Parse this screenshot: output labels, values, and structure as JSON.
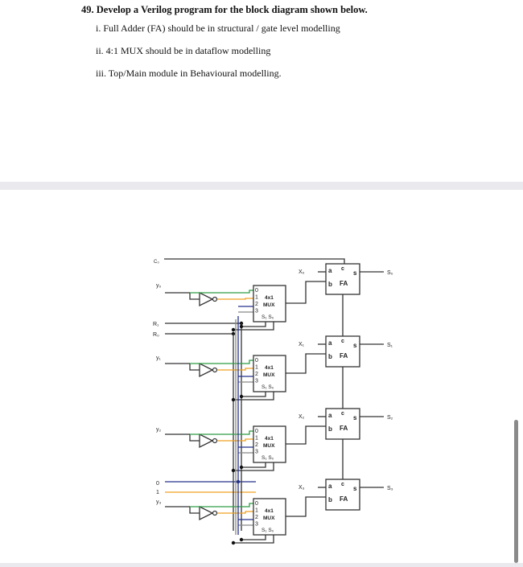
{
  "question": {
    "title": "49. Develop a Verilog program for the block diagram shown below.",
    "items": [
      "i. Full Adder (FA) should be in structural / gate level modelling",
      "ii. 4:1 MUX should be in dataflow modelling",
      "iii. Top/Main module in Behavioural modelling."
    ]
  },
  "diagram": {
    "inputs_left": [
      "C₀",
      "y₀",
      "R₁",
      "R₀",
      "y₁",
      "y₂",
      "0",
      "1",
      "y₃"
    ],
    "x_inputs": [
      "X₀",
      "X₁",
      "X₂",
      "X₃"
    ],
    "outputs": [
      "S₀",
      "S₁",
      "S₂",
      "S₃"
    ],
    "fa_label": "FA",
    "fa_pins": {
      "a": "a",
      "b": "b",
      "c": "c",
      "s": "s"
    },
    "mux_label_1": "4x1",
    "mux_label_2": "MUX",
    "mux_select": "S₁ S₀",
    "mux_pins": [
      "0",
      "1",
      "2",
      "3"
    ]
  },
  "colors": {
    "green": "#2e9e44",
    "orange": "#f0a020",
    "navy": "#23308a",
    "gray": "#888888",
    "wire": "#333333"
  }
}
